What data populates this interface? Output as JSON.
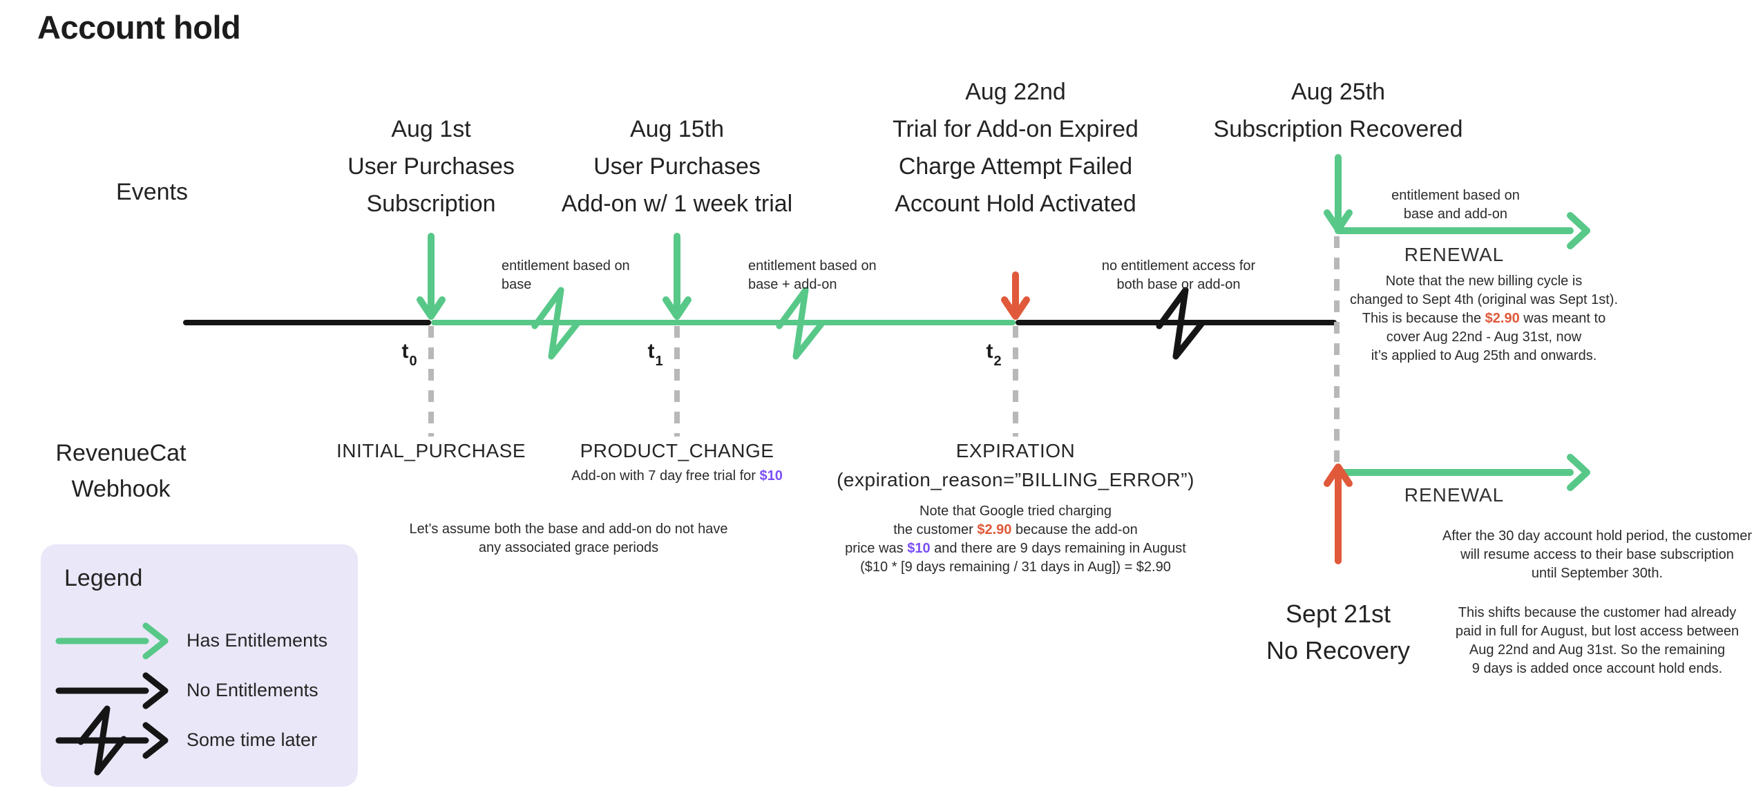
{
  "title": "Account hold",
  "colors": {
    "green": "#58c888",
    "red": "#e0593a",
    "purple": "#7b4ff6",
    "ink": "#151515",
    "text": "#262626",
    "muted-gray": "#b8b8b8",
    "legend-bg": "#eae7f8"
  },
  "axis": {
    "events_label": "Events",
    "webhook_label_line1": "RevenueCat",
    "webhook_label_line2": "Webhook"
  },
  "event_headers": [
    {
      "lines": [
        "Aug 1st",
        "User Purchases",
        "Subscription"
      ]
    },
    {
      "lines": [
        "Aug 15th",
        "User Purchases",
        "Add-on w/ 1 week trial"
      ]
    },
    {
      "lines": [
        "Aug 22nd",
        "Trial for Add-on Expired",
        "Charge Attempt Failed",
        "Account Hold Activated"
      ]
    },
    {
      "lines": [
        "Aug 25th",
        "Subscription Recovered"
      ]
    }
  ],
  "t_labels": [
    {
      "base": "t",
      "sub": "0"
    },
    {
      "base": "t",
      "sub": "1"
    },
    {
      "base": "t",
      "sub": "2"
    }
  ],
  "annotations": {
    "base": [
      "entitlement based on",
      "base"
    ],
    "base_plus_addon": [
      "entitlement based on",
      "base + add-on"
    ],
    "no_access": [
      "no entitlement access for",
      "both base or add-on"
    ],
    "base_and_addon": [
      "entitlement based on",
      "base and add-on"
    ]
  },
  "webhooks": {
    "initial_purchase": "INITIAL_PURCHASE",
    "product_change": "PRODUCT_CHANGE",
    "product_change_sub_prefix": "Add-on with 7 day free trial for ",
    "product_change_sub_price": "$10",
    "expiration": "EXPIRATION",
    "expiration_reason": "(expiration_reason=”BILLING_ERROR”)",
    "renewal_upper": "RENEWAL",
    "renewal_lower": "RENEWAL"
  },
  "notes": {
    "assume": [
      "Let’s assume both the base and add-on do not have",
      "any associated grace periods"
    ],
    "google": {
      "l1": "Note that Google tried charging",
      "l2a": "the customer ",
      "l2b": "$2.90",
      "l2c": " because the add-on",
      "l3a": "price was ",
      "l3b": "$10",
      "l3c": " and there are 9 days remaining in August",
      "l4": "($10 * [9 days remaining / 31 days in Aug]) = $2.90"
    },
    "billing": {
      "l1": "Note that the new billing cycle is",
      "l2": "changed to Sept 4th (original was Sept 1st).",
      "l3a": "This is because the ",
      "l3b": "$2.90",
      "l3c": " was meant to",
      "l4": "cover Aug 22nd - Aug 31st, now",
      "l5": "it’s applied to Aug 25th and onwards."
    },
    "recovery": [
      "After the 30 day account hold period, the customer",
      "will resume access to their base subscription",
      "until September 30th."
    ],
    "shift": [
      "This shifts because the customer had already",
      "paid in full for August, but lost access between",
      "Aug 22nd and Aug 31st. So the remaining",
      "9 days is added once account hold ends."
    ]
  },
  "no_recovery": {
    "date": "Sept 21st",
    "label": "No Recovery"
  },
  "legend": {
    "title": "Legend",
    "items": [
      {
        "symbol": "green-arrow",
        "label": "Has Entitlements"
      },
      {
        "symbol": "black-arrow",
        "label": "No Entitlements"
      },
      {
        "symbol": "squiggle-arrow",
        "label": "Some time later"
      }
    ]
  }
}
